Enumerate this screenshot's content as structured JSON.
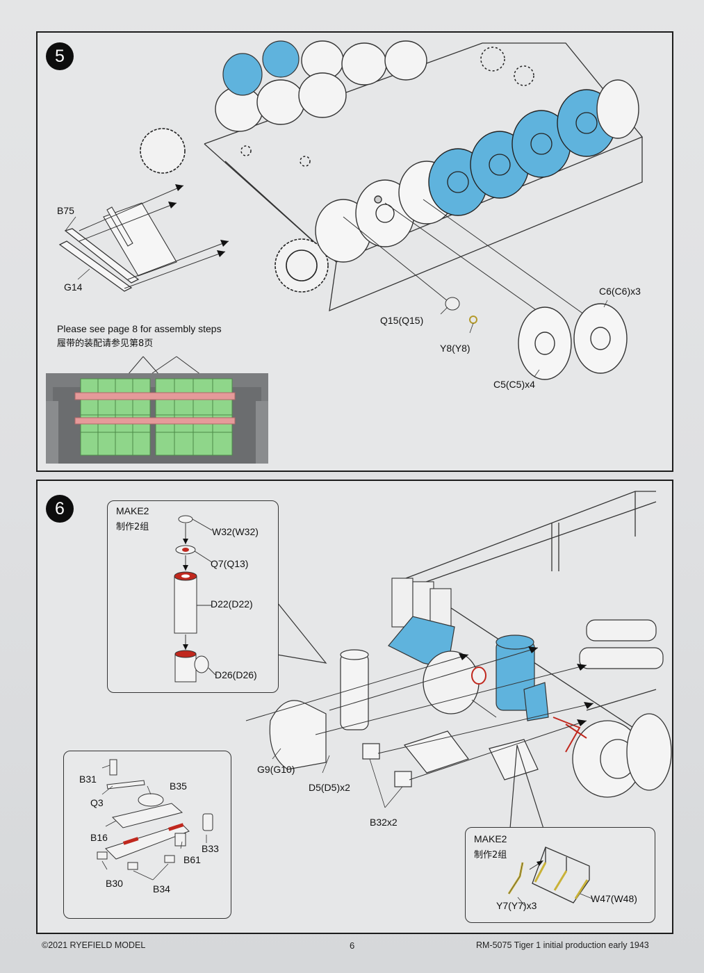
{
  "page": {
    "number": "6",
    "copyright": "©2021 RYEFIELD MODEL",
    "product": "RM-5075  Tiger 1 initial production early 1943"
  },
  "colors": {
    "highlight_blue": "#5fb3dd",
    "track_green": "#8fd68a",
    "pin_pink": "#e59a9a",
    "marker_red": "#c0281e",
    "etch_gold": "#c9b238"
  },
  "step5": {
    "badge": "5",
    "labels": {
      "b75": "B75",
      "g14": "G14",
      "q15": "Q15(Q15)",
      "y8": "Y8(Y8)",
      "c5": "C5(C5)x4",
      "c6": "C6(C6)x3"
    },
    "note_en": "Please see page 8 for assembly steps",
    "note_cn": "履带的装配请参见第8页"
  },
  "step6": {
    "badge": "6",
    "inset_top": {
      "make_en": "MAKE2",
      "make_cn": "制作2组",
      "parts": [
        "W32(W32)",
        "Q7(Q13)",
        "D22(D22)",
        "D26(D26)"
      ]
    },
    "labels": {
      "g9": "G9(G10)",
      "d5": "D5(D5)x2",
      "b32": "B32x2"
    },
    "inset_left": {
      "parts": [
        "B31",
        "Q3",
        "B35",
        "B16",
        "B33",
        "B61",
        "B30",
        "B34"
      ]
    },
    "inset_right": {
      "make_en": "MAKE2",
      "make_cn": "制作2组",
      "parts": [
        "Y7(Y7)x3",
        "W47(W48)"
      ]
    }
  }
}
